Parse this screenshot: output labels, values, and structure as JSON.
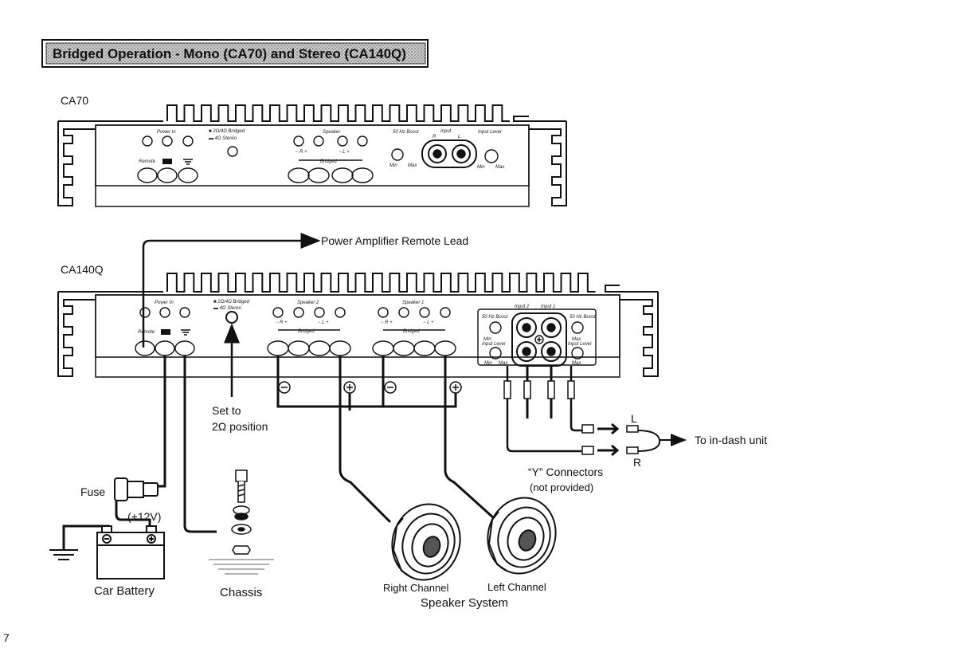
{
  "banner": {
    "title": "Bridged Operation - Mono (CA70) and Stereo (CA140Q)"
  },
  "ca70": {
    "name": "CA70",
    "power_in": "Power In",
    "remote": "Remote",
    "bridged_mode": "■ 2Ω/4Ω Bridged",
    "stereo_mode": "▬ 4Ω Stereo",
    "speaker": "Speaker",
    "minus_r": "−  R  +",
    "minus_l": "−  L  +",
    "bridged": "Bridged",
    "boost": "50 Hz Boost",
    "input": "Input",
    "input_r": "R",
    "input_l": "L",
    "input_level": "Input Level",
    "min": "Min",
    "max": "Max"
  },
  "ca140q": {
    "name": "CA140Q",
    "power_in": "Power In",
    "remote": "Remote",
    "bridged_mode": "■ 2Ω/4Ω Bridged",
    "stereo_mode": "▬ 4Ω Stereo",
    "speaker2": "Speaker 2",
    "speaker1": "Speaker 1",
    "minus_r": "−  R  +",
    "minus_l": "−  L  +",
    "bridged": "Bridged",
    "input2": "Input 2",
    "input1": "Input 1",
    "boost": "50 Hz Boost",
    "input_level": "Input Level",
    "min": "Min",
    "max": "Max"
  },
  "labels": {
    "remote_lead": "Power Amplifier Remote Lead",
    "set_to_1": "Set to",
    "set_to_2": "2Ω position",
    "fuse": "Fuse",
    "plus12v": "(+12V)",
    "car_battery": "Car Battery",
    "chassis": "Chassis",
    "right_channel": "Right Channel",
    "left_channel": "Left Channel",
    "speaker_system": "Speaker System",
    "y_connectors": "“Y” Connectors",
    "not_provided": "(not provided)",
    "to_indash": "To in-dash unit",
    "L": "L",
    "R": "R",
    "minus": "−",
    "plus": "+",
    "page_number": "7"
  }
}
